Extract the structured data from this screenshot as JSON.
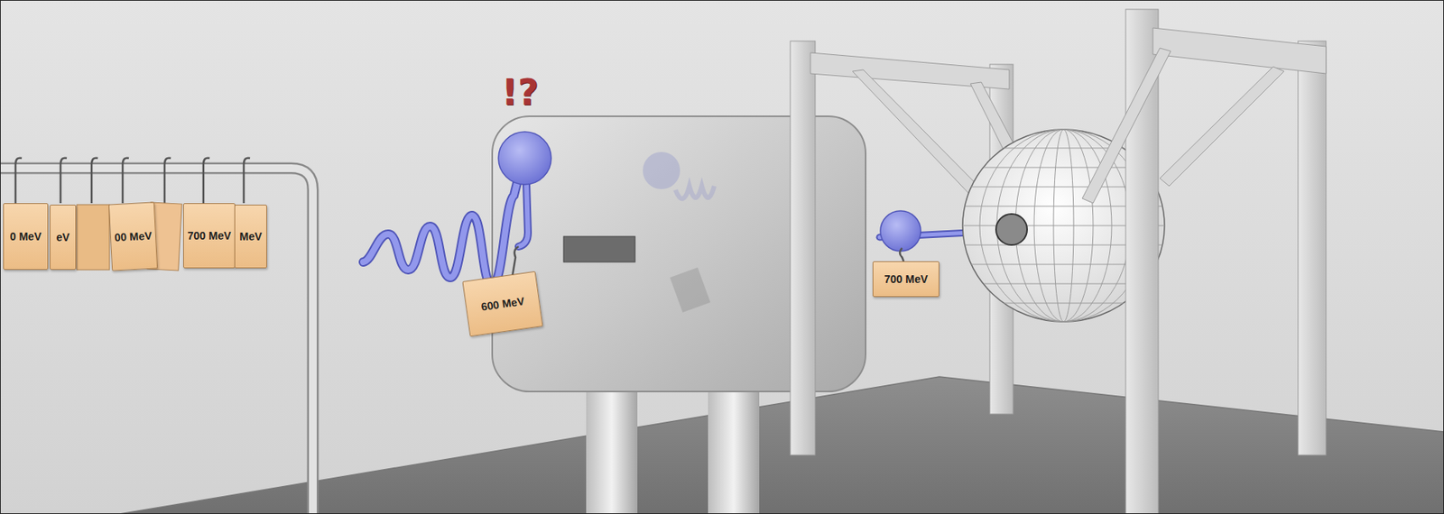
{
  "diagram": {
    "nodes": [
      {
        "text": [
          "0 MeV"
        ]
      },
      {
        "text": [
          "eV"
        ]
      },
      {
        "text": [
          "00 MeV"
        ]
      },
      {
        "text": [
          "700 MeV"
        ]
      },
      {
        "text": [
          "MeV"
        ]
      },
      {
        "text": [
          "600 MeV"
        ]
      },
      {
        "text": [
          "700 MeV"
        ]
      }
    ],
    "labels": [
      "!?"
    ]
  }
}
